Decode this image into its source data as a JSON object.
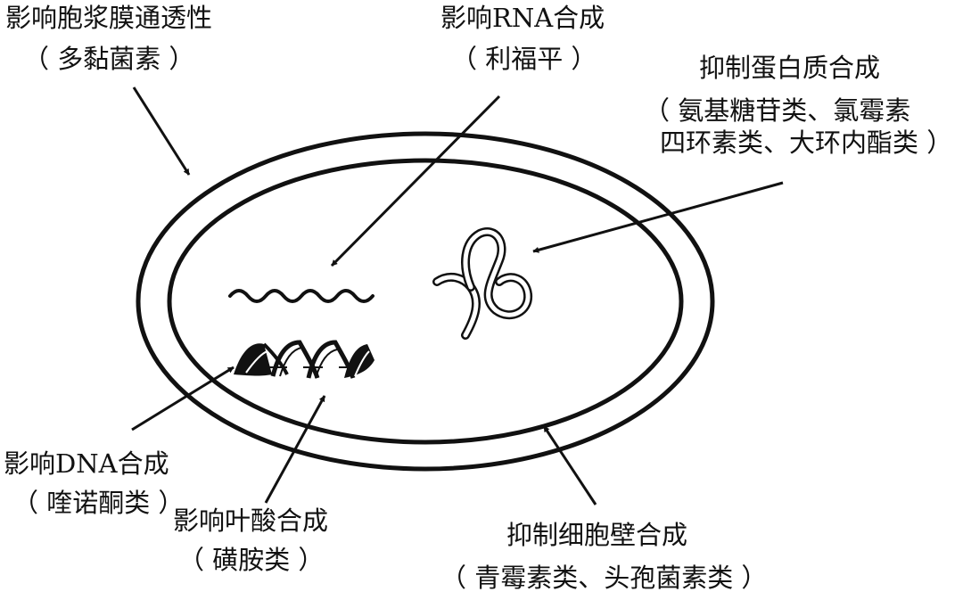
{
  "colors": {
    "ink": "#111111",
    "background": "#ffffff"
  },
  "labels": {
    "membrane": {
      "title": "影响胞浆膜通透性",
      "drugs": "（ 多黏菌素 ）"
    },
    "rna": {
      "title": "影响RNA合成",
      "drugs": "（ 利福平 ）"
    },
    "protein": {
      "title": "抑制蛋白质合成",
      "drugs_line1": "（ 氨基糖苷类、氯霉素",
      "drugs_line2": "四环素类、大环内酯类 ）"
    },
    "dna": {
      "title": "影响DNA合成",
      "drugs": "（ 喹诺酮类 ）"
    },
    "folate": {
      "title": "影响叶酸合成",
      "drugs": "（ 磺胺类 ）"
    },
    "cell_wall": {
      "title": "抑制细胞壁合成",
      "drugs": "（ 青霉素类、头孢菌素类 ）"
    }
  }
}
